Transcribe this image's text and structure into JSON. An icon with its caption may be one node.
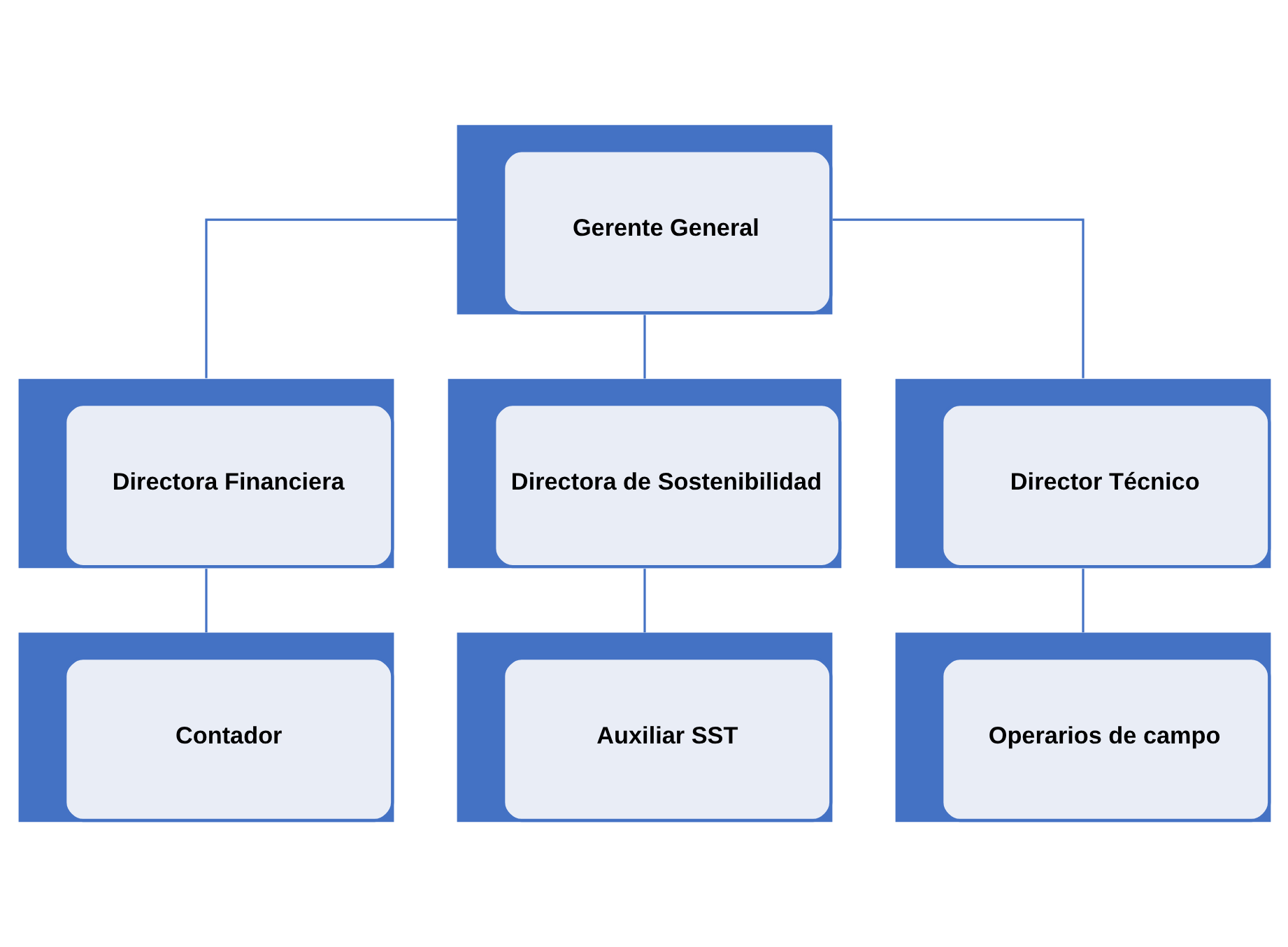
{
  "diagram": {
    "nodes": [
      {
        "text": [
          "Gerente General"
        ]
      },
      {
        "text": [
          "Directora Financiera"
        ]
      },
      {
        "text": [
          "Directora de Sostenibilidad"
        ]
      },
      {
        "text": [
          "Director Técnico"
        ]
      },
      {
        "text": [
          "Contador"
        ]
      },
      {
        "text": [
          "Auxiliar SST"
        ]
      },
      {
        "text": [
          "Operarios de campo"
        ]
      }
    ],
    "edges": [
      {
        "from": 0,
        "to": 1,
        "arrow": "none"
      },
      {
        "from": 0,
        "to": 2,
        "arrow": "none"
      },
      {
        "from": 0,
        "to": 3,
        "arrow": "none"
      },
      {
        "from": 1,
        "to": 4,
        "arrow": "none"
      },
      {
        "from": 2,
        "to": 5,
        "arrow": "none"
      },
      {
        "from": 3,
        "to": 6,
        "arrow": "none"
      }
    ]
  }
}
